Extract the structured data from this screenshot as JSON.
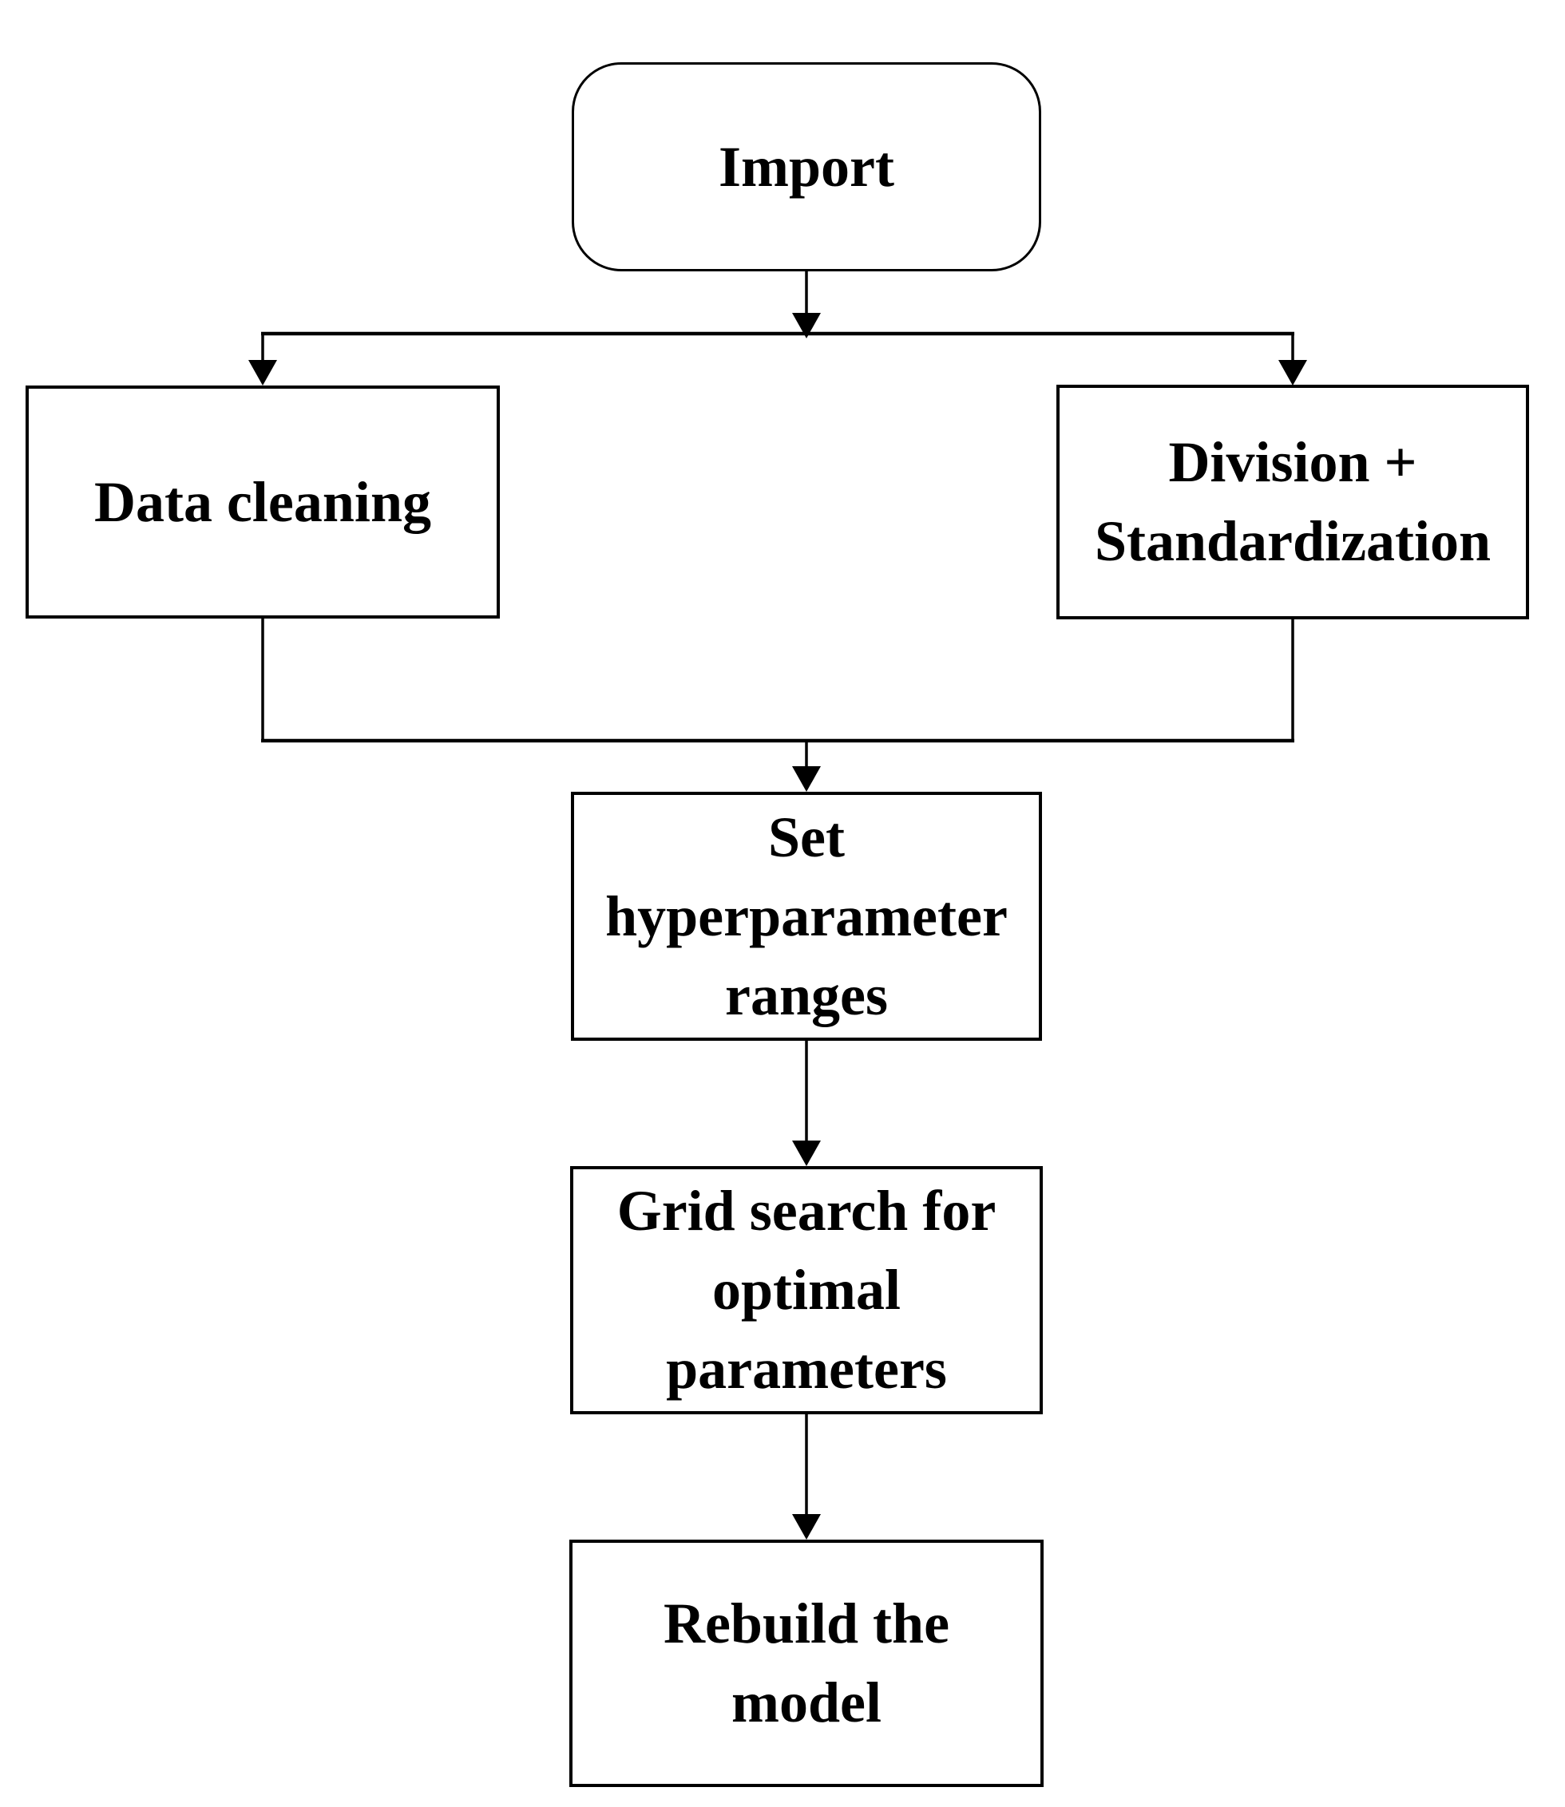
{
  "diagram": {
    "type": "flowchart",
    "background_color": "#ffffff",
    "stroke_color": "#000000",
    "node_fill_color": "#ffffff",
    "nodes": {
      "import": {
        "label": "Import",
        "shape": "rounded-rectangle",
        "lines": [
          "Import"
        ]
      },
      "data_cleaning": {
        "label": "Data cleaning",
        "shape": "rectangle",
        "lines": [
          "Data cleaning"
        ]
      },
      "division_standardization": {
        "label": "Division + Standardization",
        "shape": "rectangle",
        "lines": [
          "Division +",
          "Standardization"
        ]
      },
      "set_hyperparameter_ranges": {
        "label": "Set hyperparameter ranges",
        "shape": "rectangle",
        "lines": [
          "Set",
          "hyperparameter",
          "ranges"
        ]
      },
      "grid_search": {
        "label": "Grid search for optimal parameters",
        "shape": "rectangle",
        "lines": [
          "Grid search for",
          "optimal",
          "parameters"
        ]
      },
      "rebuild_model": {
        "label": "Rebuild the model",
        "shape": "rectangle",
        "lines": [
          "Rebuild the",
          "model"
        ]
      }
    },
    "edges": [
      {
        "from": "import",
        "to": "data_cleaning"
      },
      {
        "from": "import",
        "to": "division_standardization"
      },
      {
        "from": "data_cleaning",
        "to": "set_hyperparameter_ranges"
      },
      {
        "from": "division_standardization",
        "to": "set_hyperparameter_ranges"
      },
      {
        "from": "set_hyperparameter_ranges",
        "to": "grid_search"
      },
      {
        "from": "grid_search",
        "to": "rebuild_model"
      }
    ]
  }
}
